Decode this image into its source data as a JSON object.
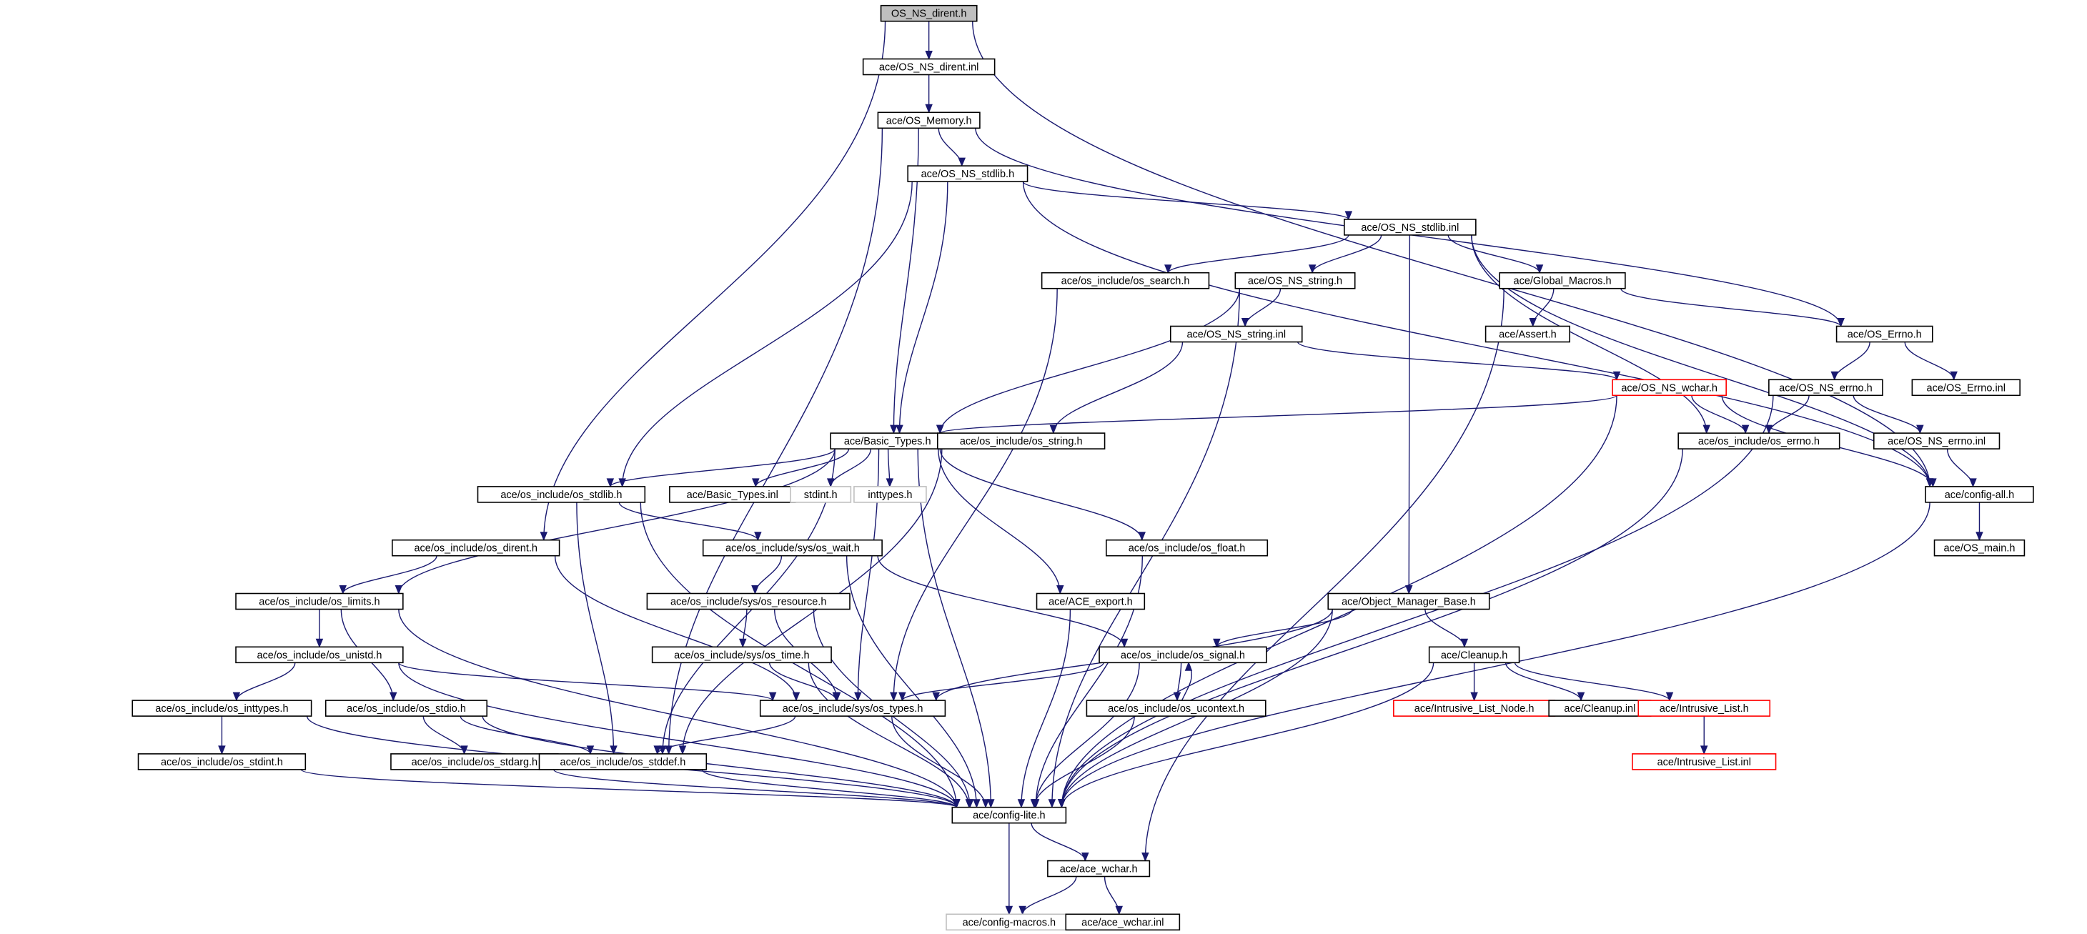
{
  "diagram": {
    "type": "include-dependency-graph",
    "colors": {
      "edge": "#191970",
      "root_fill": "#bfbfbf",
      "normal_border": "#000000",
      "undocumented_border": "#ff0000",
      "external_border": "#bfbfbf"
    },
    "nodes": [
      {
        "id": "root",
        "label": "OS_NS_dirent.h",
        "kind": "root"
      },
      {
        "id": "dirent_inl",
        "label": "ace/OS_NS_dirent.inl",
        "kind": "normal"
      },
      {
        "id": "os_memory",
        "label": "ace/OS_Memory.h",
        "kind": "normal"
      },
      {
        "id": "ns_stdlib_h",
        "label": "ace/OS_NS_stdlib.h",
        "kind": "normal"
      },
      {
        "id": "ns_stdlib_inl",
        "label": "ace/OS_NS_stdlib.inl",
        "kind": "normal"
      },
      {
        "id": "os_search",
        "label": "ace/os_include/os_search.h",
        "kind": "normal"
      },
      {
        "id": "ns_string_h",
        "label": "ace/OS_NS_string.h",
        "kind": "normal"
      },
      {
        "id": "global_macros",
        "label": "ace/Global_Macros.h",
        "kind": "normal"
      },
      {
        "id": "ns_string_inl",
        "label": "ace/OS_NS_string.inl",
        "kind": "normal"
      },
      {
        "id": "assert_h",
        "label": "ace/Assert.h",
        "kind": "normal"
      },
      {
        "id": "os_errno",
        "label": "ace/OS_Errno.h",
        "kind": "normal"
      },
      {
        "id": "ns_wchar",
        "label": "ace/OS_NS_wchar.h",
        "kind": "undocumented"
      },
      {
        "id": "ns_errno_h",
        "label": "ace/OS_NS_errno.h",
        "kind": "normal"
      },
      {
        "id": "os_errno_inl",
        "label": "ace/OS_Errno.inl",
        "kind": "normal"
      },
      {
        "id": "basic_types",
        "label": "ace/Basic_Types.h",
        "kind": "normal"
      },
      {
        "id": "os_string",
        "label": "ace/os_include/os_string.h",
        "kind": "normal"
      },
      {
        "id": "inc_os_errno",
        "label": "ace/os_include/os_errno.h",
        "kind": "normal"
      },
      {
        "id": "ns_errno_inl",
        "label": "ace/OS_NS_errno.inl",
        "kind": "normal"
      },
      {
        "id": "os_stdlib",
        "label": "ace/os_include/os_stdlib.h",
        "kind": "normal"
      },
      {
        "id": "basic_types_inl",
        "label": "ace/Basic_Types.inl",
        "kind": "normal"
      },
      {
        "id": "stdint_h",
        "label": "stdint.h",
        "kind": "external"
      },
      {
        "id": "inttypes_h",
        "label": "inttypes.h",
        "kind": "external"
      },
      {
        "id": "config_all",
        "label": "ace/config-all.h",
        "kind": "normal"
      },
      {
        "id": "os_dirent",
        "label": "ace/os_include/os_dirent.h",
        "kind": "normal"
      },
      {
        "id": "os_wait",
        "label": "ace/os_include/sys/os_wait.h",
        "kind": "normal"
      },
      {
        "id": "os_float",
        "label": "ace/os_include/os_float.h",
        "kind": "normal"
      },
      {
        "id": "os_main",
        "label": "ace/OS_main.h",
        "kind": "normal"
      },
      {
        "id": "os_limits",
        "label": "ace/os_include/os_limits.h",
        "kind": "normal"
      },
      {
        "id": "os_resource",
        "label": "ace/os_include/sys/os_resource.h",
        "kind": "normal"
      },
      {
        "id": "ace_export",
        "label": "ace/ACE_export.h",
        "kind": "normal"
      },
      {
        "id": "obj_mgr_base",
        "label": "ace/Object_Manager_Base.h",
        "kind": "normal"
      },
      {
        "id": "os_unistd",
        "label": "ace/os_include/os_unistd.h",
        "kind": "normal"
      },
      {
        "id": "os_time",
        "label": "ace/os_include/sys/os_time.h",
        "kind": "normal"
      },
      {
        "id": "os_signal",
        "label": "ace/os_include/os_signal.h",
        "kind": "normal"
      },
      {
        "id": "cleanup_h",
        "label": "ace/Cleanup.h",
        "kind": "normal"
      },
      {
        "id": "os_inttypes",
        "label": "ace/os_include/os_inttypes.h",
        "kind": "normal"
      },
      {
        "id": "os_stdio",
        "label": "ace/os_include/os_stdio.h",
        "kind": "normal"
      },
      {
        "id": "os_types",
        "label": "ace/os_include/sys/os_types.h",
        "kind": "normal"
      },
      {
        "id": "os_ucontext",
        "label": "ace/os_include/os_ucontext.h",
        "kind": "normal"
      },
      {
        "id": "intrusive_list_node",
        "label": "ace/Intrusive_List_Node.h",
        "kind": "undocumented"
      },
      {
        "id": "cleanup_inl",
        "label": "ace/Cleanup.inl",
        "kind": "normal"
      },
      {
        "id": "intrusive_list_h",
        "label": "ace/Intrusive_List.h",
        "kind": "undocumented"
      },
      {
        "id": "os_stdint",
        "label": "ace/os_include/os_stdint.h",
        "kind": "normal"
      },
      {
        "id": "os_stdarg",
        "label": "ace/os_include/os_stdarg.h",
        "kind": "normal"
      },
      {
        "id": "os_stddef",
        "label": "ace/os_include/os_stddef.h",
        "kind": "normal"
      },
      {
        "id": "intrusive_list_inl",
        "label": "ace/Intrusive_List.inl",
        "kind": "undocumented"
      },
      {
        "id": "config_lite",
        "label": "ace/config-lite.h",
        "kind": "normal"
      },
      {
        "id": "ace_wchar_h",
        "label": "ace/ace_wchar.h",
        "kind": "normal"
      },
      {
        "id": "config_macros",
        "label": "ace/config-macros.h",
        "kind": "external"
      },
      {
        "id": "ace_wchar_inl",
        "label": "ace/ace_wchar.inl",
        "kind": "normal"
      }
    ],
    "edges": [
      {
        "from": "root",
        "to": "dirent_inl"
      },
      {
        "from": "root",
        "to": "os_dirent"
      },
      {
        "from": "root",
        "to": "config_all"
      },
      {
        "from": "dirent_inl",
        "to": "os_memory"
      },
      {
        "from": "os_memory",
        "to": "ns_stdlib_h"
      },
      {
        "from": "os_memory",
        "to": "basic_types"
      },
      {
        "from": "os_memory",
        "to": "os_stddef"
      },
      {
        "from": "os_memory",
        "to": "os_errno"
      },
      {
        "from": "ns_stdlib_h",
        "to": "ns_stdlib_inl"
      },
      {
        "from": "ns_stdlib_h",
        "to": "os_stdlib"
      },
      {
        "from": "ns_stdlib_h",
        "to": "basic_types"
      },
      {
        "from": "ns_stdlib_h",
        "to": "config_all"
      },
      {
        "from": "ns_stdlib_inl",
        "to": "os_search"
      },
      {
        "from": "ns_stdlib_inl",
        "to": "ns_string_h"
      },
      {
        "from": "ns_stdlib_inl",
        "to": "global_macros"
      },
      {
        "from": "ns_stdlib_inl",
        "to": "obj_mgr_base"
      },
      {
        "from": "ns_stdlib_inl",
        "to": "inc_os_errno"
      },
      {
        "from": "ns_stdlib_inl",
        "to": "config_all"
      },
      {
        "from": "os_search",
        "to": "os_types"
      },
      {
        "from": "ns_string_h",
        "to": "ns_string_inl"
      },
      {
        "from": "ns_string_h",
        "to": "basic_types"
      },
      {
        "from": "ns_string_h",
        "to": "config_lite"
      },
      {
        "from": "ns_string_inl",
        "to": "ns_wchar"
      },
      {
        "from": "ns_string_inl",
        "to": "os_string"
      },
      {
        "from": "global_macros",
        "to": "assert_h"
      },
      {
        "from": "global_macros",
        "to": "os_errno"
      },
      {
        "from": "global_macros",
        "to": "ace_wchar_h"
      },
      {
        "from": "os_errno",
        "to": "ns_errno_h"
      },
      {
        "from": "os_errno",
        "to": "os_errno_inl"
      },
      {
        "from": "ns_wchar",
        "to": "basic_types"
      },
      {
        "from": "ns_wchar",
        "to": "inc_os_errno"
      },
      {
        "from": "ns_wchar",
        "to": "config_all"
      },
      {
        "from": "ns_wchar",
        "to": "config_lite"
      },
      {
        "from": "ns_errno_h",
        "to": "inc_os_errno"
      },
      {
        "from": "ns_errno_h",
        "to": "ns_errno_inl"
      },
      {
        "from": "ns_errno_h",
        "to": "config_lite"
      },
      {
        "from": "ns_errno_inl",
        "to": "config_all"
      },
      {
        "from": "inc_os_errno",
        "to": "config_lite"
      },
      {
        "from": "os_string",
        "to": "os_stddef"
      },
      {
        "from": "basic_types",
        "to": "os_stdlib"
      },
      {
        "from": "basic_types",
        "to": "basic_types_inl"
      },
      {
        "from": "basic_types",
        "to": "stdint_h"
      },
      {
        "from": "basic_types",
        "to": "inttypes_h"
      },
      {
        "from": "basic_types",
        "to": "os_limits"
      },
      {
        "from": "basic_types",
        "to": "os_float"
      },
      {
        "from": "basic_types",
        "to": "ace_export"
      },
      {
        "from": "basic_types",
        "to": "os_types"
      },
      {
        "from": "basic_types",
        "to": "os_stddef"
      },
      {
        "from": "basic_types",
        "to": "config_lite"
      },
      {
        "from": "os_stdlib",
        "to": "os_wait"
      },
      {
        "from": "os_stdlib",
        "to": "os_stddef"
      },
      {
        "from": "os_stdlib",
        "to": "config_lite"
      },
      {
        "from": "config_all",
        "to": "os_main"
      },
      {
        "from": "config_all",
        "to": "config_lite"
      },
      {
        "from": "os_dirent",
        "to": "os_limits"
      },
      {
        "from": "os_dirent",
        "to": "os_types"
      },
      {
        "from": "os_wait",
        "to": "os_resource"
      },
      {
        "from": "os_wait",
        "to": "os_signal"
      },
      {
        "from": "os_wait",
        "to": "config_lite"
      },
      {
        "from": "os_float",
        "to": "config_lite"
      },
      {
        "from": "os_limits",
        "to": "os_unistd"
      },
      {
        "from": "os_limits",
        "to": "os_stdio"
      },
      {
        "from": "os_limits",
        "to": "config_lite"
      },
      {
        "from": "os_resource",
        "to": "os_time"
      },
      {
        "from": "os_resource",
        "to": "os_types"
      },
      {
        "from": "os_resource",
        "to": "config_lite"
      },
      {
        "from": "ace_export",
        "to": "config_lite"
      },
      {
        "from": "obj_mgr_base",
        "to": "os_signal"
      },
      {
        "from": "obj_mgr_base",
        "to": "cleanup_h"
      },
      {
        "from": "obj_mgr_base",
        "to": "os_types"
      },
      {
        "from": "obj_mgr_base",
        "to": "config_lite"
      },
      {
        "from": "os_unistd",
        "to": "os_inttypes"
      },
      {
        "from": "os_unistd",
        "to": "os_types"
      },
      {
        "from": "os_unistd",
        "to": "config_lite"
      },
      {
        "from": "os_time",
        "to": "os_types"
      },
      {
        "from": "os_time",
        "to": "config_lite"
      },
      {
        "from": "os_signal",
        "to": "os_ucontext"
      },
      {
        "from": "os_signal",
        "to": "os_types"
      },
      {
        "from": "os_signal",
        "to": "config_lite"
      },
      {
        "from": "os_ucontext",
        "to": "os_signal"
      },
      {
        "from": "os_ucontext",
        "to": "config_lite"
      },
      {
        "from": "cleanup_h",
        "to": "intrusive_list_node"
      },
      {
        "from": "cleanup_h",
        "to": "cleanup_inl"
      },
      {
        "from": "cleanup_h",
        "to": "intrusive_list_h"
      },
      {
        "from": "cleanup_h",
        "to": "config_lite"
      },
      {
        "from": "intrusive_list_h",
        "to": "intrusive_list_inl"
      },
      {
        "from": "os_inttypes",
        "to": "os_stdint"
      },
      {
        "from": "os_inttypes",
        "to": "config_lite"
      },
      {
        "from": "os_stdio",
        "to": "os_stdarg"
      },
      {
        "from": "os_stdio",
        "to": "os_stddef"
      },
      {
        "from": "os_stdio",
        "to": "config_lite"
      },
      {
        "from": "os_types",
        "to": "os_stddef"
      },
      {
        "from": "os_types",
        "to": "config_lite"
      },
      {
        "from": "os_stdint",
        "to": "config_lite"
      },
      {
        "from": "os_stdarg",
        "to": "config_lite"
      },
      {
        "from": "os_stddef",
        "to": "config_lite"
      },
      {
        "from": "config_lite",
        "to": "ace_wchar_h"
      },
      {
        "from": "config_lite",
        "to": "config_macros"
      },
      {
        "from": "ace_wchar_h",
        "to": "config_macros"
      },
      {
        "from": "ace_wchar_h",
        "to": "ace_wchar_inl"
      }
    ]
  }
}
